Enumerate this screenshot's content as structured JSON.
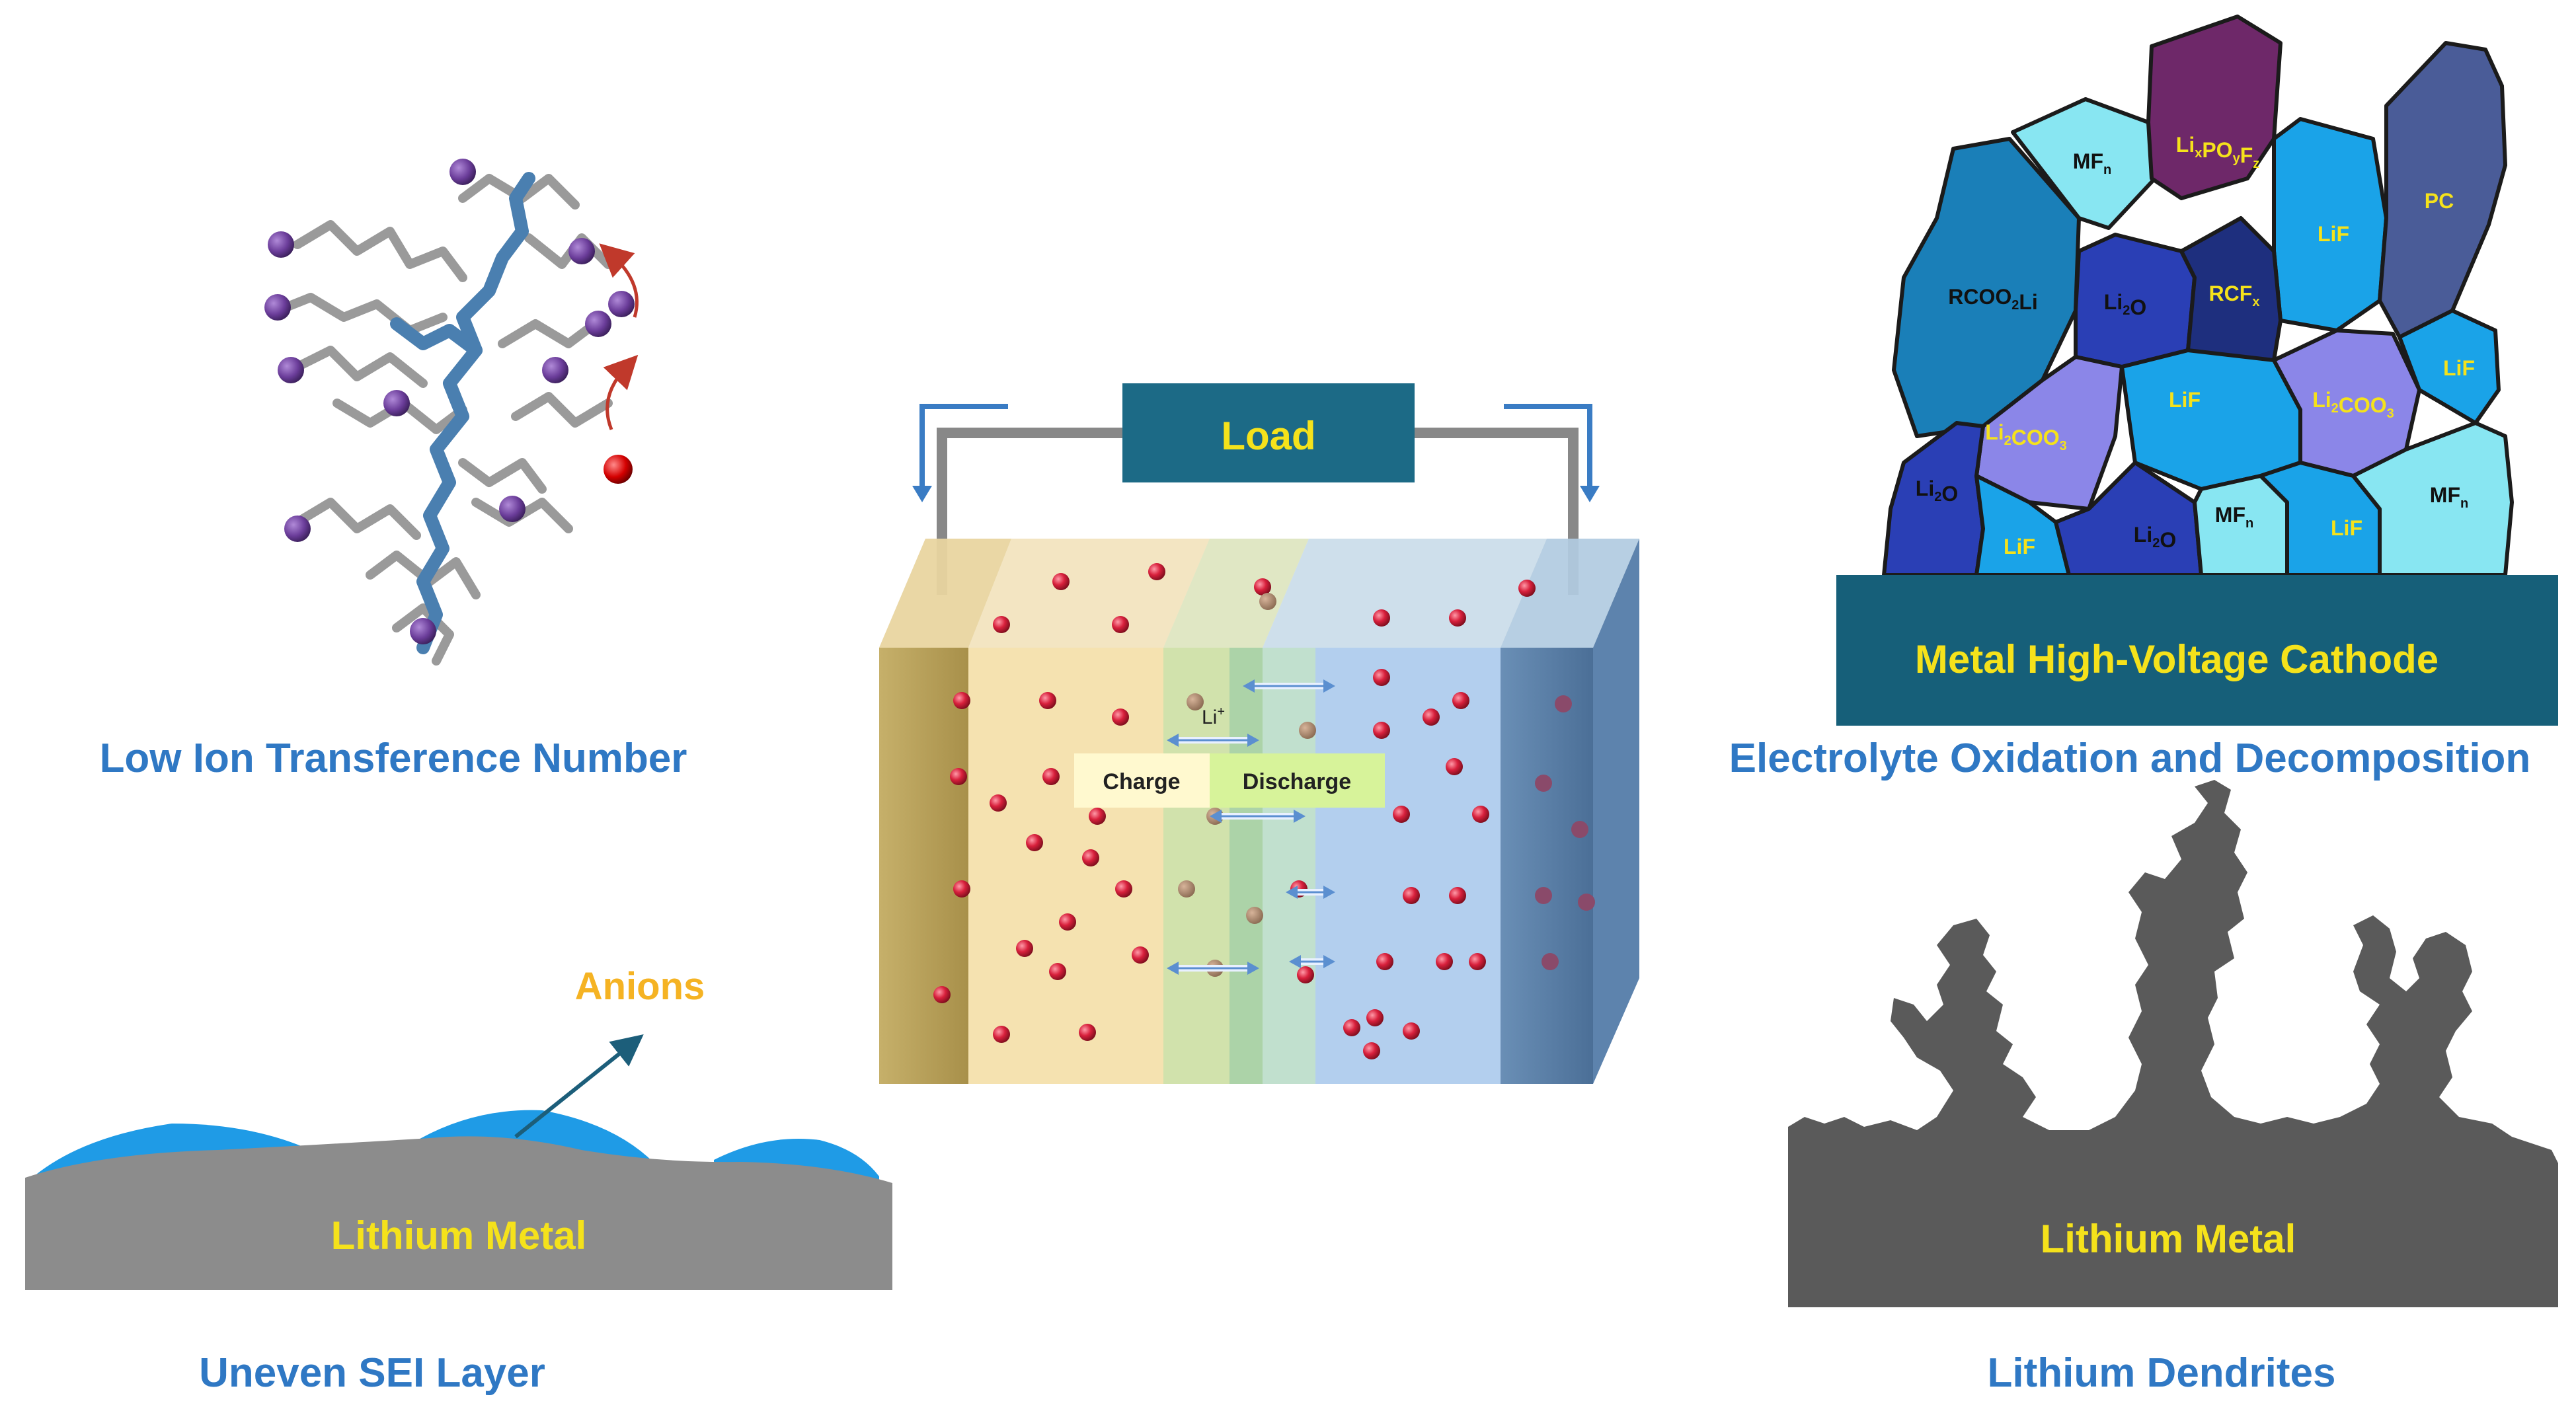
{
  "captions": {
    "ion_transference": "Low Ion Transference Number",
    "electrolyte_oxidation": "Electrolyte Oxidation and Decomposition",
    "sei_layer": "Uneven SEI Layer",
    "dendrites": "Lithium Dendrites"
  },
  "battery": {
    "load_label": "Load",
    "ion_label": "Li",
    "ion_sup": "+",
    "charge_label": "Charge",
    "discharge_label": "Discharge"
  },
  "sei_panel": {
    "anions_label": "Anions",
    "metal_label": "Lithium Metal"
  },
  "dendrite_panel": {
    "metal_label": "Lithium Metal"
  },
  "cathode_panel": {
    "cathode_label": "Metal High-Voltage Cathode",
    "grains": [
      {
        "key": "mfn_top",
        "base": "MF",
        "sub": "n"
      },
      {
        "key": "lixpoyfz",
        "base": "Li",
        "sub": "x",
        "base2": "PO",
        "sub2": "y",
        "base3": "F",
        "sub3": "z"
      },
      {
        "key": "pc",
        "base": "PC"
      },
      {
        "key": "lif_1",
        "base": "LiF"
      },
      {
        "key": "rcoo2li",
        "base": "RCOO",
        "sub": "2",
        "base2": "Li"
      },
      {
        "key": "li2o_1",
        "base": "Li",
        "sub": "2",
        "base2": "O"
      },
      {
        "key": "rcfx",
        "base": "RCF",
        "sub": "x"
      },
      {
        "key": "lif_2",
        "base": "LiF"
      },
      {
        "key": "li2co3_1",
        "base": "Li",
        "sub": "2",
        "base2": "COO",
        "sub2": "3"
      },
      {
        "key": "lif_3",
        "base": "LiF"
      },
      {
        "key": "li2co3_2",
        "base": "Li",
        "sub": "2",
        "base2": "COO",
        "sub2": "3"
      },
      {
        "key": "li2o_2",
        "base": "Li",
        "sub": "2",
        "base2": "O"
      },
      {
        "key": "mfn_mid",
        "base": "MF",
        "sub": "n"
      },
      {
        "key": "mfn_right",
        "base": "MF",
        "sub": "n"
      },
      {
        "key": "lif_4",
        "base": "LiF"
      },
      {
        "key": "li2o_3",
        "base": "Li",
        "sub": "2",
        "base2": "O"
      },
      {
        "key": "lif_5",
        "base": "LiF"
      }
    ]
  },
  "colors": {
    "caption_blue": "#2f78c4",
    "label_yellow": "#f5e21b",
    "anion_orange": "#f5b323",
    "load_box": "#1c6a86",
    "cathode_bar": "#165f79",
    "metal_gray": "#8c8c8c",
    "dendrite_gray": "#5a5a5a",
    "sei_blue": "#1f9be6",
    "ion_red": "#d8203c",
    "polymer_blue": "#4a7fb0",
    "atom_purple": "#6b3d9a"
  }
}
